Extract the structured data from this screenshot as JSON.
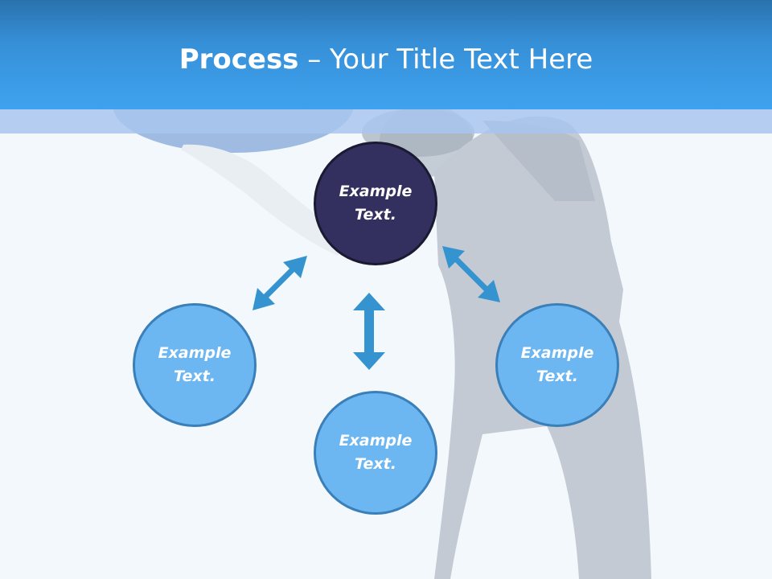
{
  "title": {
    "bold": "Process",
    "rest": " – Your Title Text Here"
  },
  "nodes": {
    "top": "Example Text.",
    "left": "Example Text.",
    "bottom": "Example Text.",
    "right": "Example Text."
  },
  "colors": {
    "title_bar": "#3fa2ee",
    "node_dark": "#33305f",
    "node_light": "#6cb6f2",
    "arrow": "#3594cf",
    "background": "#f3f8fc"
  },
  "icons": [
    "double-headed-arrow",
    "double-headed-arrow",
    "double-headed-arrow"
  ]
}
